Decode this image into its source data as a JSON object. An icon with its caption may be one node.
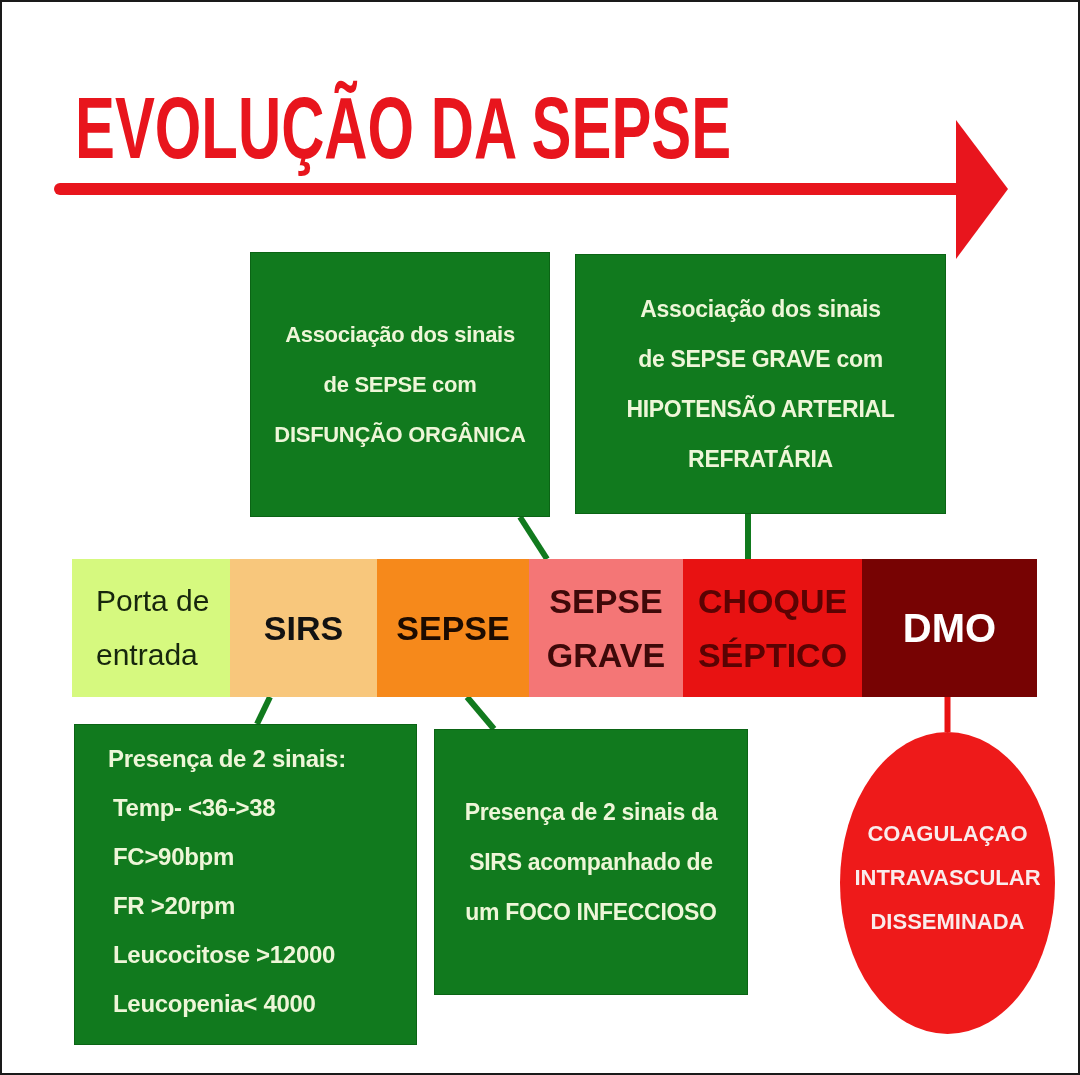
{
  "diagram": {
    "title": "EVOLUÇÃO DA SEPSE",
    "nodes": [
      {
        "text": [
          "Associação dos sinais de SEPSE com DISFUNÇÃO ORGÂNICA"
        ]
      },
      {
        "text": [
          "Associação dos sinais de SEPSE GRAVE com HIPOTENSÃO ARTERIAL REFRATÁRIA"
        ]
      },
      {
        "text": [
          "Porta de entrada"
        ]
      },
      {
        "text": [
          "SIRS"
        ]
      },
      {
        "text": [
          "SEPSE"
        ]
      },
      {
        "text": [
          "SEPSE GRAVE"
        ]
      },
      {
        "text": [
          "CHOQUE SÉPTICO"
        ]
      },
      {
        "text": [
          "DMO"
        ]
      },
      {
        "text": [
          "Presença de 2 sinais:",
          "Temp- <36->38",
          "FC>90bpm",
          "FR >20rpm",
          "Leucocitose >12000",
          "Leucopenia< 4000"
        ]
      },
      {
        "text": [
          "Presença de 2 sinais da SIRS acompanhado de um FOCO INFECCIOSO"
        ]
      },
      {
        "text": [
          "COAGULAÇAO INTRAVASCULAR DISSEMINADA"
        ]
      }
    ],
    "edges": [
      {
        "from": 0,
        "to": 5,
        "arrow": "none"
      },
      {
        "from": 1,
        "to": 6,
        "arrow": "none"
      },
      {
        "from": 3,
        "to": 8,
        "arrow": "none"
      },
      {
        "from": 4,
        "to": 9,
        "arrow": "none"
      },
      {
        "from": 7,
        "to": 10,
        "arrow": "none",
        "color": "#e81212"
      }
    ]
  }
}
